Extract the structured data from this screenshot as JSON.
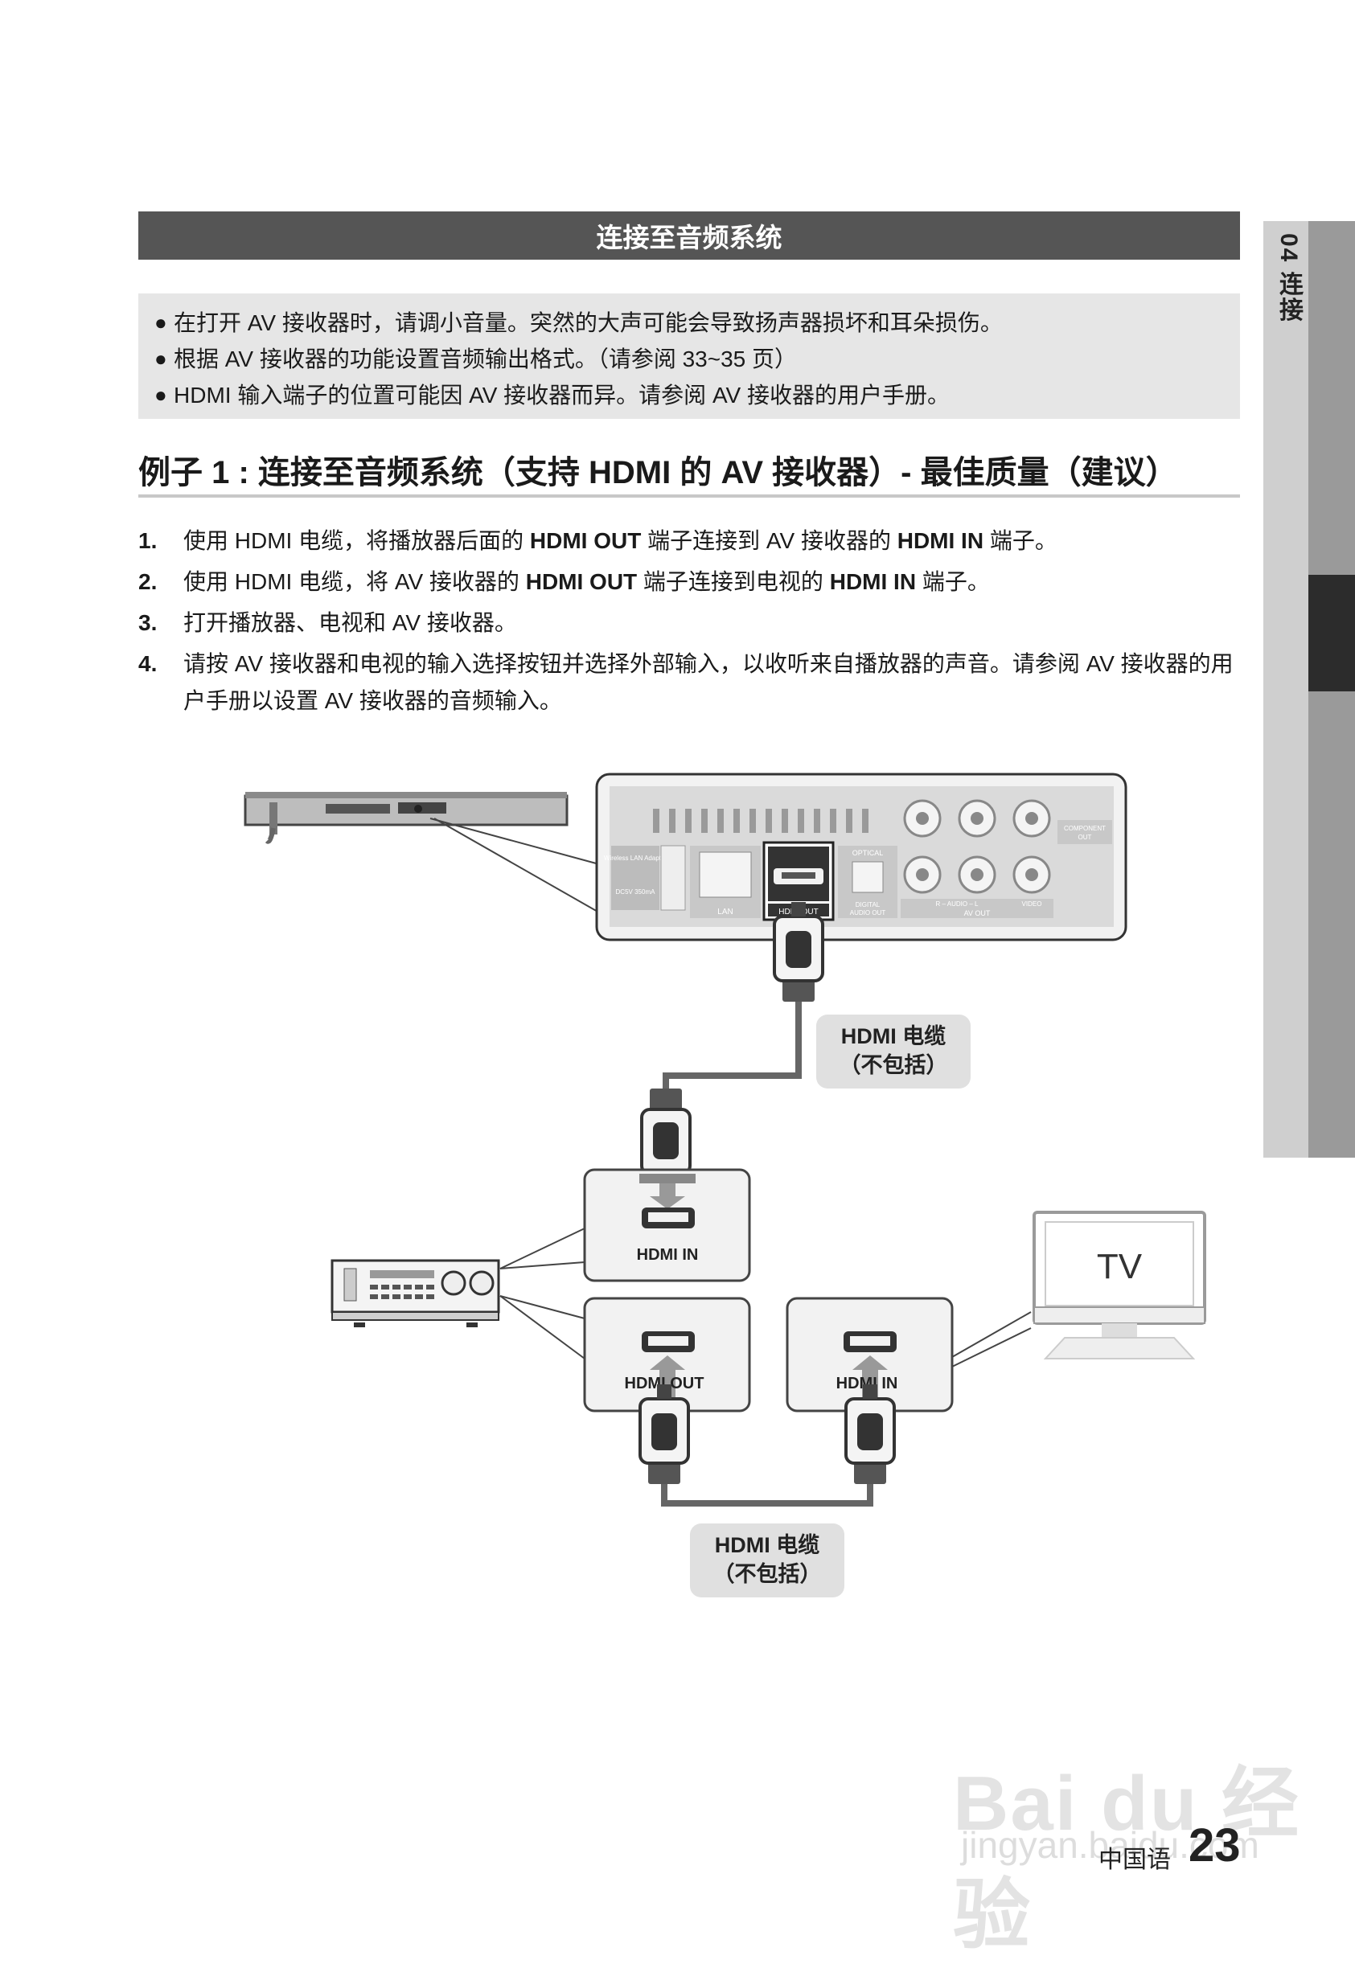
{
  "section_title": "连接至音频系统",
  "notes": [
    "在打开 AV 接收器时，请调小音量。突然的大声可能会导致扬声器损坏和耳朵损伤。",
    "根据 AV 接收器的功能设置音频输出格式。（请参阅 33~35 页）",
    "HDMI 输入端子的位置可能因 AV 接收器而异。请参阅 AV 接收器的用户手册。"
  ],
  "bullet": "●",
  "example_title": "例子 1 : 连接至音频系统（支持 HDMI 的 AV 接收器）- 最佳质量（建议）",
  "steps": [
    {
      "num": "1.",
      "a": "使用 HDMI 电缆，将播放器后面的 ",
      "b": "HDMI OUT",
      "c": " 端子连接到 AV 接收器的 ",
      "d": "HDMI IN",
      "e": " 端子。"
    },
    {
      "num": "2.",
      "a": "使用 HDMI 电缆，将 AV 接收器的 ",
      "b": "HDMI OUT",
      "c": " 端子连接到电视的 ",
      "d": "HDMI IN",
      "e": " 端子。"
    },
    {
      "num": "3.",
      "a": "打开播放器、电视和 AV 接收器。"
    },
    {
      "num": "4.",
      "a": "请按 AV 接收器和电视的输入选择按钮并选择外部输入，以收听来自播放器的声音。请参阅 AV 接收器的用户手册以设置 AV 接收器的音频输入。"
    }
  ],
  "side_tab": "04  连接",
  "diagram": {
    "panel": {
      "wireless": "Wireless LAN Adapter",
      "dc": "DC5V 350mA",
      "lan": "LAN",
      "hdmi_out": "HDMI OUT",
      "optical": "OPTICAL",
      "digital": "DIGITAL AUDIO OUT",
      "component": "COMPONENT OUT",
      "audio": "R – AUDIO – L",
      "video": "VIDEO",
      "av_out": "AV OUT"
    },
    "cable_label_1": "HDMI 电缆",
    "cable_label_2": "（不包括）",
    "receiver_in": "HDMI IN",
    "receiver_out": "HDMI OUT",
    "tv_in": "HDMI IN",
    "tv_label": "TV"
  },
  "footer": {
    "language": "中国语",
    "page": "23"
  },
  "watermark": {
    "logo": "Bai du 经验",
    "sub": "jingyan.baidu.com"
  },
  "colors": {
    "banner": "#555555",
    "notes_bg": "#e6e6e6",
    "cable": "#666666",
    "callout_bg": "#e0e0e0"
  }
}
